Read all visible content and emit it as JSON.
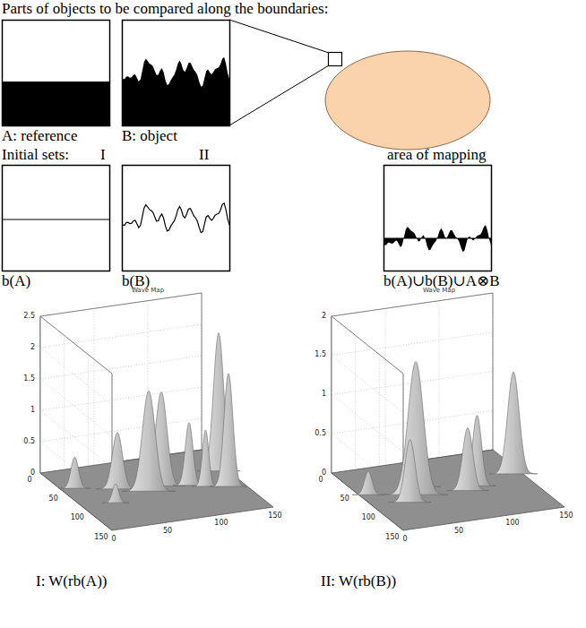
{
  "diagram": {
    "labels": [
      "Parts of objects to be compared along the boundaries:",
      "A: reference",
      "B: object",
      "Initial sets:",
      "I",
      "II",
      "area of mapping",
      "b(A)",
      "b(B)",
      "b(A)∪b(B)∪A⊗B",
      "Wave Map",
      "0",
      "0.5",
      "1",
      "1.5",
      "2",
      "2.5",
      "0",
      "50",
      "100",
      "150",
      "0",
      "50",
      "100",
      "150",
      "Wave Map",
      "0",
      "0.5",
      "1",
      "1.5",
      "2",
      "0",
      "50",
      "100",
      "150",
      "0",
      "50",
      "100",
      "150",
      "I: W(rb(A))",
      "II: W(rb(B))"
    ]
  }
}
